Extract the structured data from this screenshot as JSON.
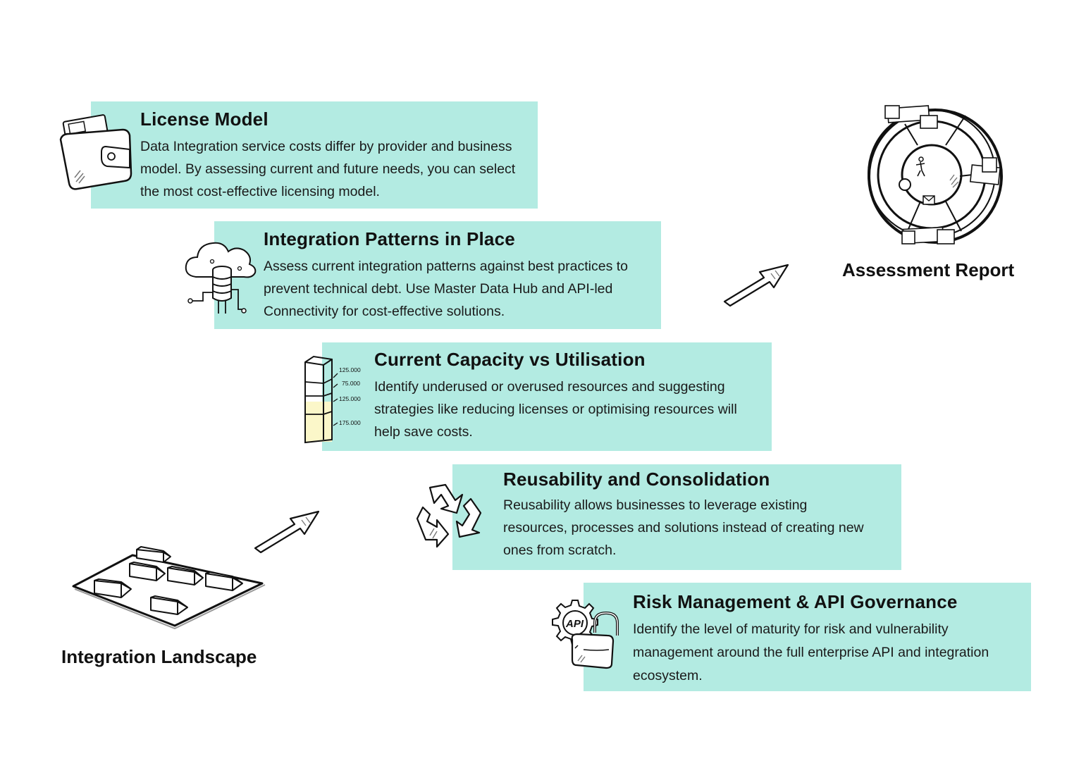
{
  "cards": [
    {
      "title": "License Model",
      "body": "Data Integration service costs differ by provider and business model. By assessing current and future needs, you can select the most cost-effective licensing model."
    },
    {
      "title": "Integration Patterns in Place",
      "body": "Assess current integration patterns against best practices to prevent technical debt. Use Master Data Hub and API-led Connectivity for cost-effective solutions."
    },
    {
      "title": "Current Capacity vs Utilisation",
      "body": "Identify underused or overused resources and suggesting strategies like reducing licenses or optimising resources will help save costs."
    },
    {
      "title": "Reusability and Consolidation",
      "body": "Reusability allows businesses to leverage existing resources, processes and solutions instead of creating new ones from scratch."
    },
    {
      "title": "Risk Management & API Governance",
      "body": "Identify the level of maturity for risk and vulnerability management around the full enterprise API and integration ecosystem."
    }
  ],
  "start_label": "Integration Landscape",
  "end_label": "Assessment Report",
  "capacity_ticks": [
    "125.000",
    "75.000",
    "125.000",
    "175.000"
  ],
  "api_badge": "API",
  "colors": {
    "card_bg": "#b3ebe2",
    "text": "#111111",
    "chart_fill": "#fbf7c9"
  },
  "icons": [
    "wallet-icon",
    "cloud-database-icon",
    "stacked-bar-icon",
    "recycle-icon",
    "api-lock-icon",
    "landscape-blocks-icon",
    "assessment-report-icon",
    "arrow-icon"
  ]
}
